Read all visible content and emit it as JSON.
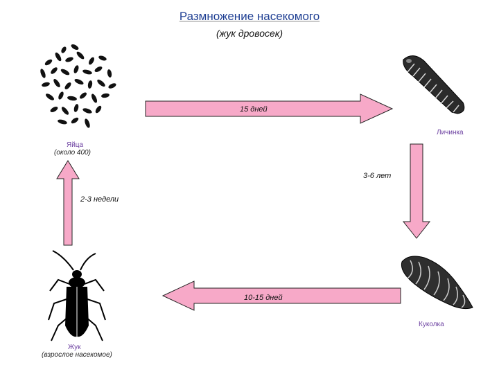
{
  "header": {
    "title": "Размножение насекомого",
    "subtitle": "(жук дровосек)"
  },
  "stages": {
    "eggs": {
      "label": "Яйца",
      "note": "(около 400)"
    },
    "larva": {
      "label": "Личинка"
    },
    "pupa": {
      "label": "Куколка"
    },
    "beetle": {
      "label": "Жук",
      "note": "(взрослое насекомое)"
    }
  },
  "durations": {
    "eggs_to_larva": "15 дней",
    "larva_to_pupa": "3-6 лет",
    "pupa_to_beetle": "10-15 дней",
    "beetle_to_eggs": "2-3 недели"
  },
  "colors": {
    "arrow_fill": "#f7a9c8",
    "arrow_stroke": "#222222",
    "title": "#1f3f93",
    "stage_label": "#6b3fa0"
  }
}
